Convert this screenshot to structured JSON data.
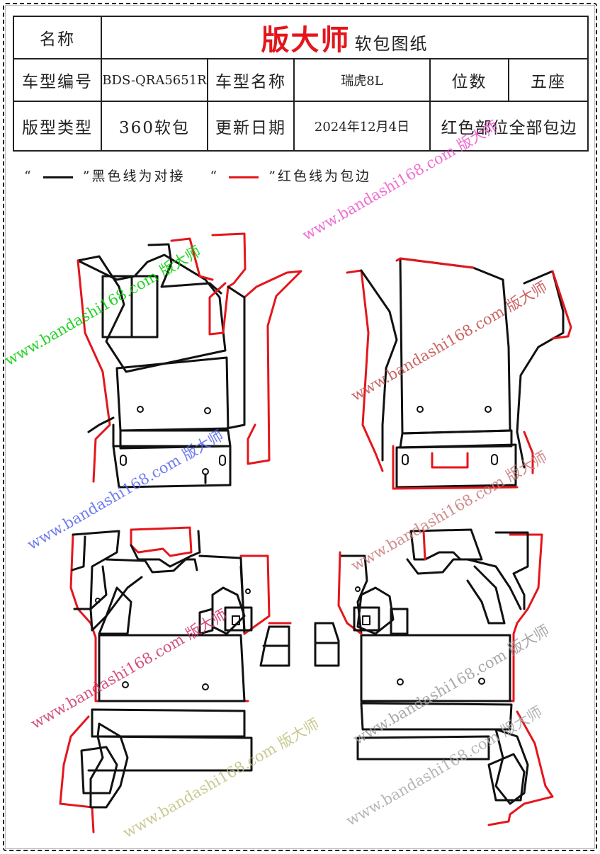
{
  "header": {
    "name_label": "名称",
    "brand": "版大师",
    "doc_title": "软包图纸",
    "model_code_label": "车型编号",
    "model_code": "BDS-QRA5651R",
    "model_name_label": "车型名称",
    "model_name": "瑞虎8L",
    "seats_label": "位数",
    "seats": "五座",
    "pattern_type_label": "版型类型",
    "pattern_type": "360软包",
    "update_label": "更新日期",
    "update_date": "2024年12月4日",
    "red_note": "红色部位全部包边"
  },
  "legend": {
    "black_text": "黑色线为对接",
    "red_text": "红色线为包边"
  },
  "colors": {
    "border_red": "#e4161c",
    "join_black": "#111111"
  },
  "watermarks": [
    {
      "text": "www.bandashi168.com 版大师",
      "color": "#00cc00"
    },
    {
      "text": "www.bandashi168.com 版大师",
      "color": "#ee55cc"
    },
    {
      "text": "www.bandashi168.com 版大师",
      "color": "#c24a4a"
    },
    {
      "text": "www.bandashi168.com 版大师",
      "color": "#5566ee"
    },
    {
      "text": "www.bandashi168.com 版大师",
      "color": "#c87878"
    },
    {
      "text": "www.bandashi168.com 版大师",
      "color": "#aaaaaa"
    },
    {
      "text": "www.bandashi168.com 版大师",
      "color": "#cc3366"
    },
    {
      "text": "www.bandashi168.com 版大师",
      "color": "#c0c080"
    },
    {
      "text": "www.bandashi168.com 版大师",
      "color": "#999999"
    }
  ]
}
